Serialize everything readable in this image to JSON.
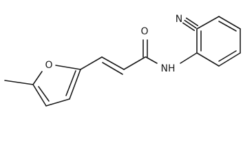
{
  "molecule": {
    "atom_labels": {
      "nitrile_nitrogen": "N",
      "carbonyl_oxygen": "O",
      "amide_nh": "NH",
      "furan_oxygen": "O"
    }
  }
}
